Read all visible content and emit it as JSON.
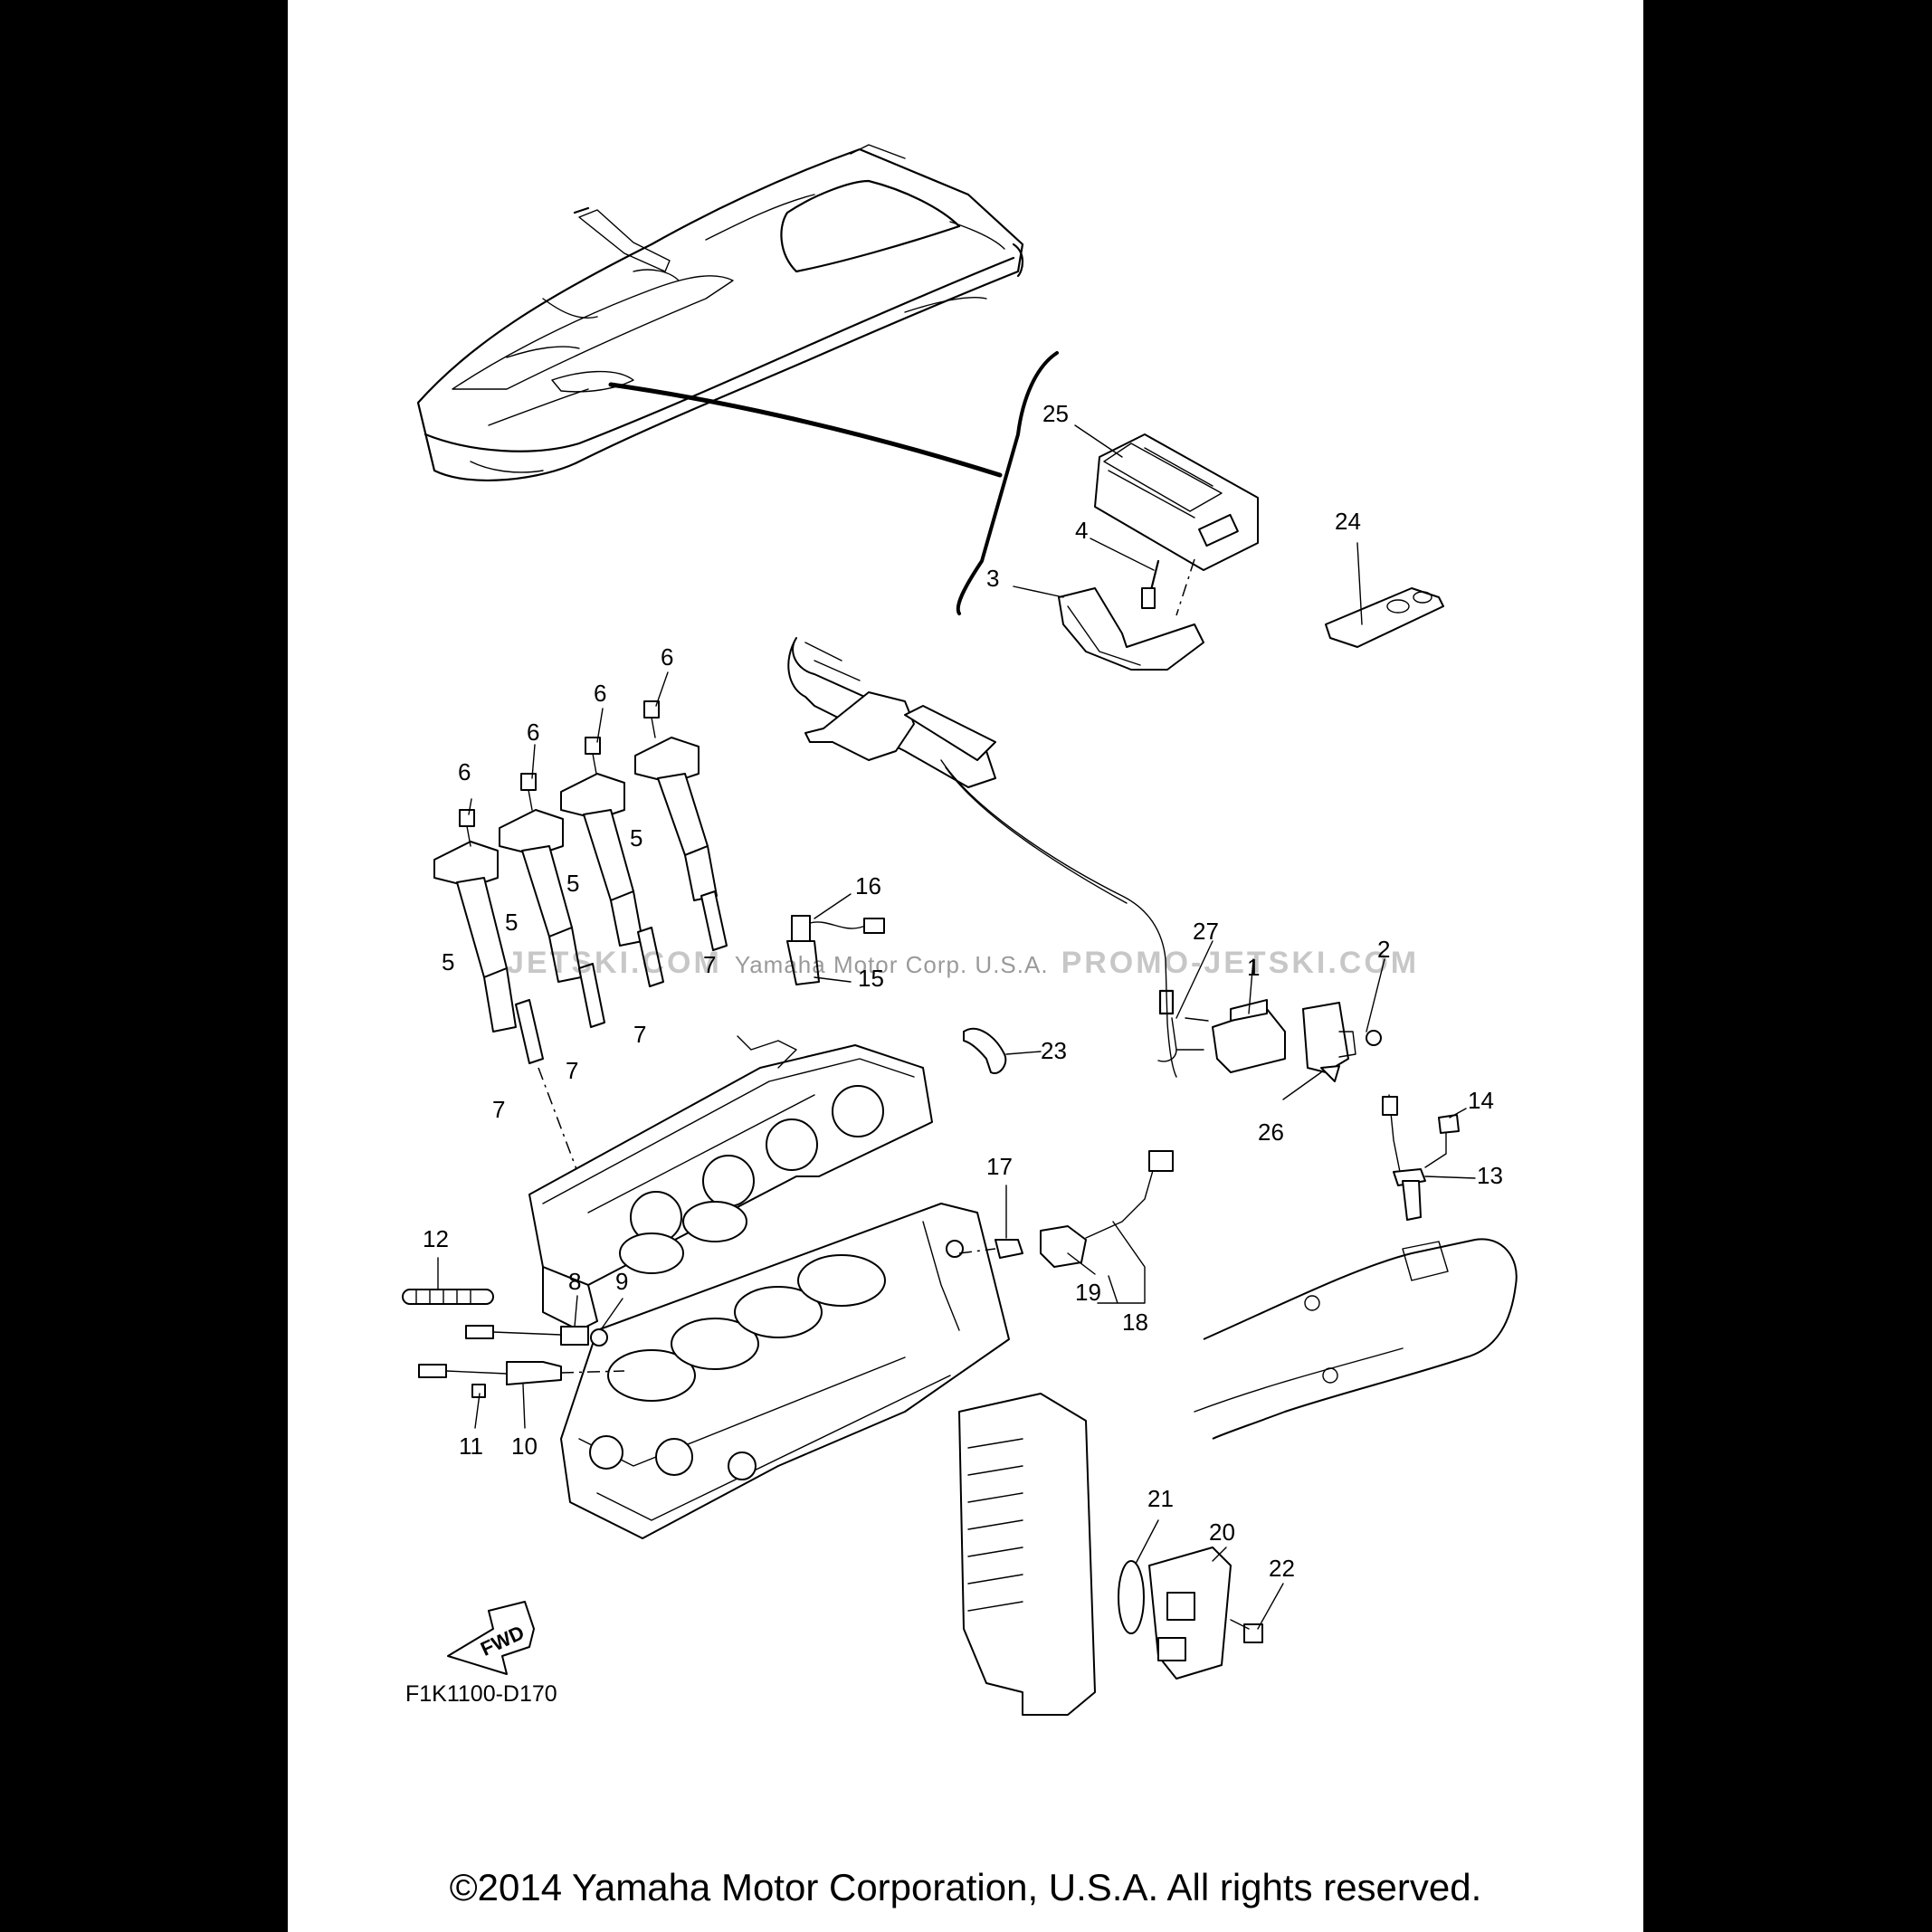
{
  "diagram": {
    "code": "F1K1100-D170",
    "fwd_label": "FWD",
    "copyright": "©2014 Yamaha Motor Corporation, U.S.A. All rights reserved.",
    "watermark": {
      "left": "JETSKI.COM",
      "center": "Yamaha Motor Corp. U.S.A.",
      "right": "PROMO-JETSKI.COM"
    }
  },
  "callouts": [
    {
      "id": "c25",
      "label": "25"
    },
    {
      "id": "c4",
      "label": "4"
    },
    {
      "id": "c3",
      "label": "3"
    },
    {
      "id": "c24",
      "label": "24"
    },
    {
      "id": "c6a",
      "label": "6"
    },
    {
      "id": "c6b",
      "label": "6"
    },
    {
      "id": "c6c",
      "label": "6"
    },
    {
      "id": "c6d",
      "label": "6"
    },
    {
      "id": "c5a",
      "label": "5"
    },
    {
      "id": "c5b",
      "label": "5"
    },
    {
      "id": "c5c",
      "label": "5"
    },
    {
      "id": "c5d",
      "label": "5"
    },
    {
      "id": "c16",
      "label": "16"
    },
    {
      "id": "c15",
      "label": "15"
    },
    {
      "id": "c7a",
      "label": "7"
    },
    {
      "id": "c7b",
      "label": "7"
    },
    {
      "id": "c7c",
      "label": "7"
    },
    {
      "id": "c7d",
      "label": "7"
    },
    {
      "id": "c27",
      "label": "27"
    },
    {
      "id": "c1",
      "label": "1"
    },
    {
      "id": "c2",
      "label": "2"
    },
    {
      "id": "c23",
      "label": "23"
    },
    {
      "id": "c26",
      "label": "26"
    },
    {
      "id": "c14",
      "label": "14"
    },
    {
      "id": "c13",
      "label": "13"
    },
    {
      "id": "c17",
      "label": "17"
    },
    {
      "id": "c12",
      "label": "12"
    },
    {
      "id": "c8",
      "label": "8"
    },
    {
      "id": "c9",
      "label": "9"
    },
    {
      "id": "c19",
      "label": "19"
    },
    {
      "id": "c18",
      "label": "18"
    },
    {
      "id": "c11",
      "label": "11"
    },
    {
      "id": "c10",
      "label": "10"
    },
    {
      "id": "c21",
      "label": "21"
    },
    {
      "id": "c20",
      "label": "20"
    },
    {
      "id": "c22",
      "label": "22"
    }
  ]
}
